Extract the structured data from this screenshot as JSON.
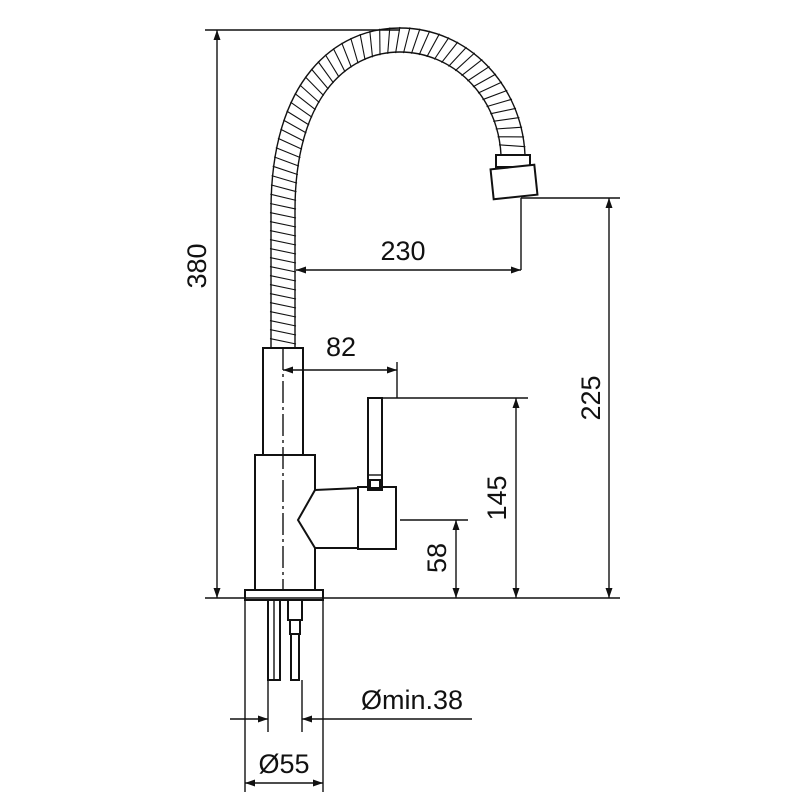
{
  "dimensions": {
    "total_height": "380",
    "spout_reach": "230",
    "spout_height": "225",
    "handle_offset": "82",
    "handle_height": "145",
    "outlet_height": "58",
    "base_diameter": "Ø55",
    "hole_diameter": "Ømin.38"
  },
  "colors": {
    "line": "#111111",
    "background": "#ffffff"
  }
}
